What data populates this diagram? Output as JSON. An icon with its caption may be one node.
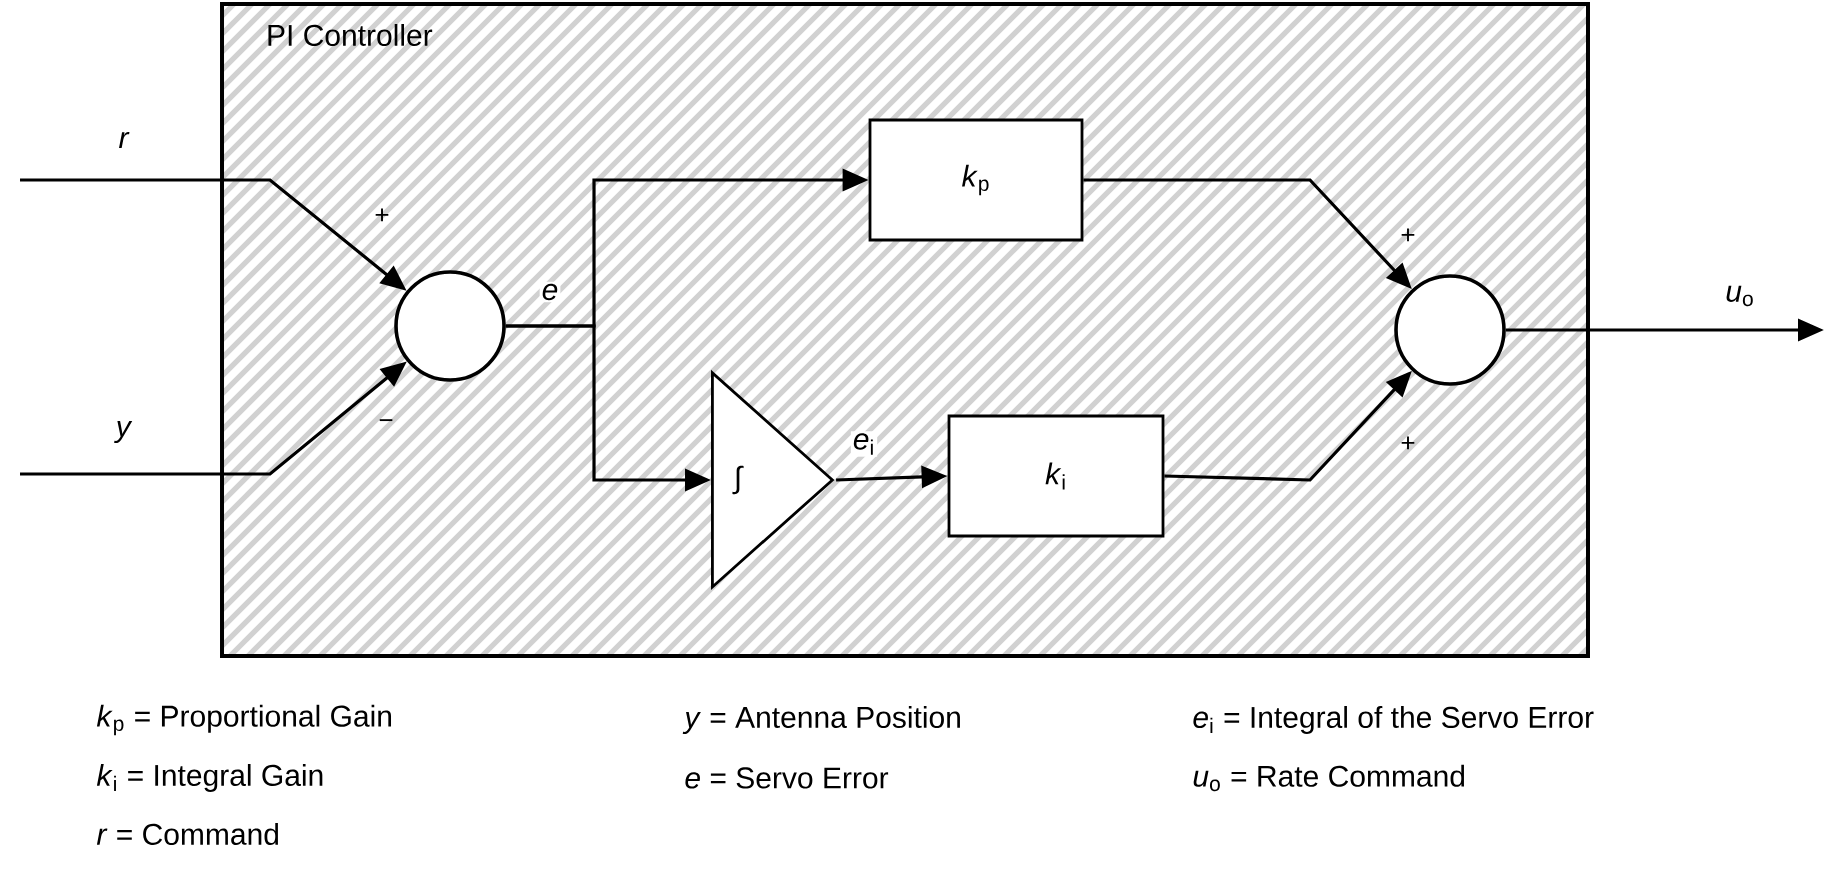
{
  "diagram": {
    "nodes": [
      {
        "text": [
          "PI Controller"
        ]
      },
      {
        "text": [],
        "shape": "circle",
        "in": 0
      },
      {
        "text": [
          "*k*$_{p}$"
        ],
        "in": 0
      },
      {
        "text": [
          "∫"
        ],
        "in": 0
      },
      {
        "text": [
          "*k*$_{i}$"
        ],
        "in": 0
      },
      {
        "text": [],
        "shape": "circle",
        "in": 0
      }
    ],
    "edges": [
      {
        "from": null,
        "to": 1,
        "arrow": "to",
        "label": "*r*"
      },
      {
        "from": null,
        "to": 1,
        "arrow": "to",
        "label": "*y*"
      },
      {
        "from": 1,
        "to": 2,
        "arrow": "to",
        "label": "*e*"
      },
      {
        "from": 1,
        "to": 3,
        "arrow": "to"
      },
      {
        "from": 3,
        "to": 4,
        "arrow": "to",
        "label": "*e*$_{i}$"
      },
      {
        "from": 2,
        "to": 5,
        "arrow": "to"
      },
      {
        "from": 4,
        "to": 5,
        "arrow": "to"
      },
      {
        "from": 5,
        "to": null,
        "arrow": "to",
        "label": "*u*$_{o}$"
      }
    ],
    "labels": [
      "+",
      "−",
      "+",
      "+",
      "*k*$_{p}$ = Proportional Gain",
      "*y* = Antenna Position",
      "*e*$_{i}$ = Integral of the Servo Error",
      "*k*$_{i}$ = Integral Gain",
      "*e* = Servo Error",
      "*u*$_{o}$ = Rate Command",
      "*r* = Command"
    ]
  }
}
